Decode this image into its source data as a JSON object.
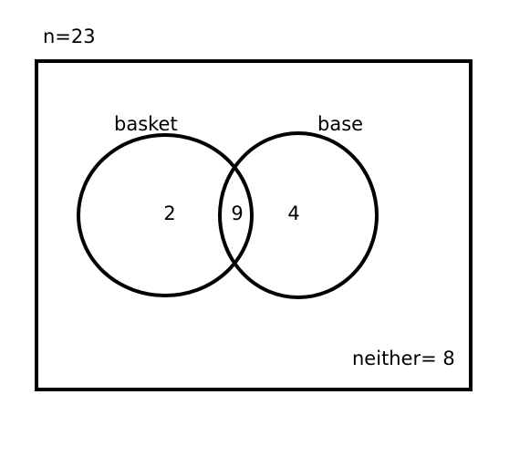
{
  "diagram": {
    "total_label": "n=23",
    "sets": [
      {
        "label": "basket",
        "only_count": "2"
      },
      {
        "label": "base",
        "only_count": "4"
      }
    ],
    "intersection_count": "9",
    "neither_label": "neither= 8"
  },
  "colors": {
    "stroke": "#000000",
    "background": "#ffffff"
  }
}
